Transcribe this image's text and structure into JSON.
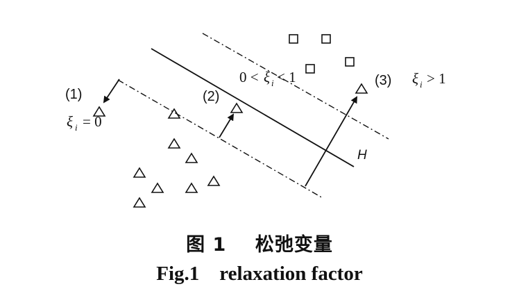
{
  "labels": {
    "case1": "(1)",
    "case2": "(2)",
    "case3": "(3)",
    "hyperplane": "H",
    "xi": "ξ",
    "i": "i",
    "eq_zero": "= 0",
    "lt_zero": "0 <",
    "lt_one": "< 1",
    "gt_one": "> 1"
  },
  "caption": {
    "chinese": "图 1    松弛变量",
    "english": "Fig.1    relaxation factor"
  }
}
